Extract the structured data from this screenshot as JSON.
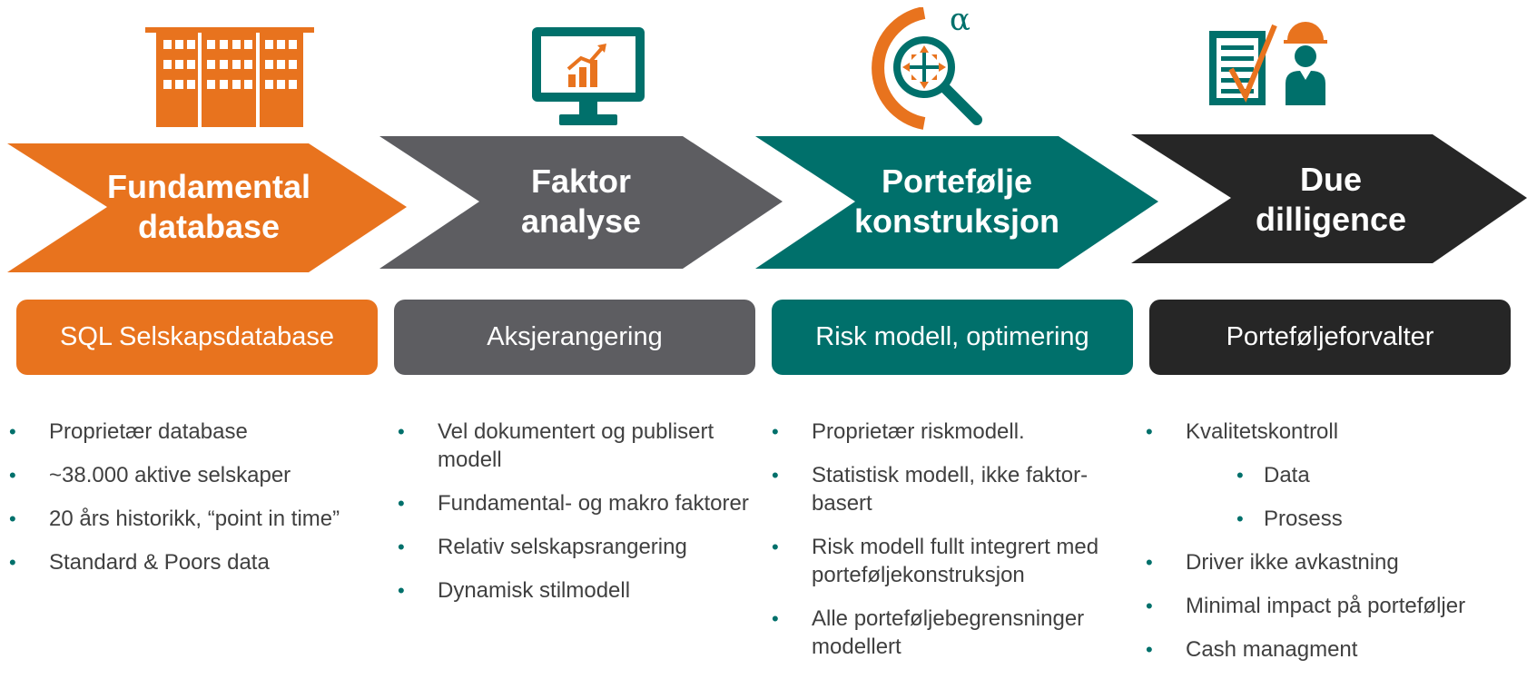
{
  "colors": {
    "orange": "#e8731e",
    "gray": "#5d5d61",
    "teal": "#00706b",
    "dark": "#262626"
  },
  "stages": [
    {
      "title_lines": [
        "Fundamental",
        "database"
      ],
      "box_label": "SQL Selskapsdatabase",
      "bullets": [
        {
          "text": "Proprietær database",
          "level": 1
        },
        {
          "text": "~38.000 aktive selskaper",
          "level": 1
        },
        {
          "text": "20 års historikk, “point in time”",
          "level": 1
        },
        {
          "text": "Standard & Poors data",
          "level": 1
        }
      ]
    },
    {
      "title_lines": [
        "Faktor",
        "analyse"
      ],
      "box_label": "Aksjerangering",
      "bullets": [
        {
          "text": "Vel dokumentert og publisert modell",
          "level": 1
        },
        {
          "text": "Fundamental- og makro faktorer",
          "level": 1
        },
        {
          "text": "Relativ selskapsrangering",
          "level": 1
        },
        {
          "text": "Dynamisk stilmodell",
          "level": 1
        }
      ]
    },
    {
      "title_lines": [
        "Portefølje",
        "konstruksjon"
      ],
      "box_label": "Risk modell, optimering",
      "bullets": [
        {
          "text": "Proprietær riskmodell.",
          "level": 1
        },
        {
          "text": "Statistisk modell, ikke faktor-basert",
          "level": 1
        },
        {
          "text": "Risk modell fullt integrert med porteføljekonstruksjon",
          "level": 1
        },
        {
          "text": "Alle porteføljebegrensninger modellert",
          "level": 1
        }
      ]
    },
    {
      "title_lines": [
        "Due",
        "dilligence"
      ],
      "box_label": "Porteføljeforvalter",
      "bullets": [
        {
          "text": "Kvalitetskontroll",
          "level": 1
        },
        {
          "text": "Data",
          "level": 2
        },
        {
          "text": "Prosess",
          "level": 2
        },
        {
          "text": "Driver ikke avkastning",
          "level": 1
        },
        {
          "text": "Minimal impact på porteføljer",
          "level": 1
        },
        {
          "text": "Cash managment",
          "level": 1
        }
      ]
    }
  ],
  "icons": [
    "building-icon",
    "monitor-chart-icon",
    "magnifier-alpha-icon",
    "checklist-worker-icon"
  ],
  "alpha_symbol": "α"
}
